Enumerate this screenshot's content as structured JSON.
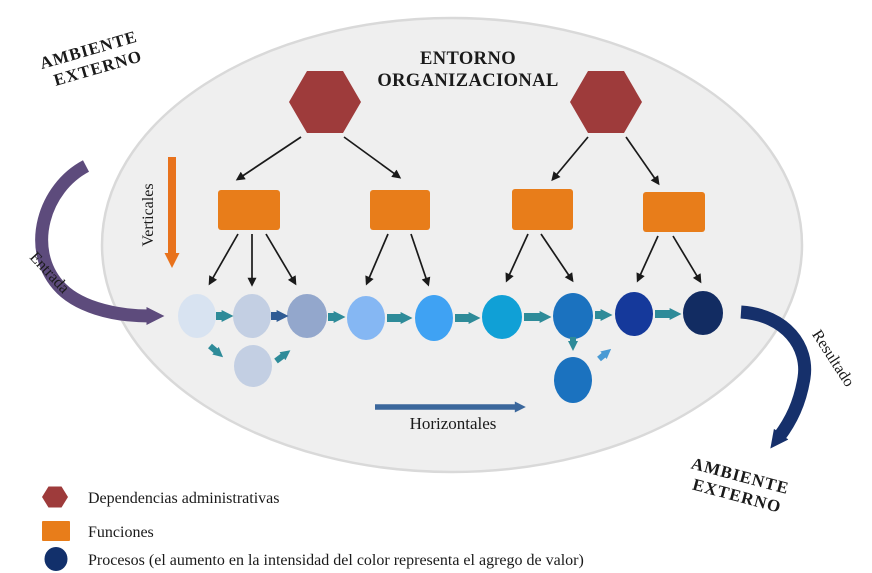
{
  "title": {
    "line1": "ENTORNO",
    "line2": "ORGANIZACIONAL"
  },
  "ambiente_externo_top": {
    "line1": "AMBIENTE",
    "line2": "EXTERNO"
  },
  "ambiente_externo_bottom": {
    "line1": "AMBIENTE",
    "line2": "EXTERNO"
  },
  "labels": {
    "verticales": "Verticales",
    "horizontales": "Horizontales",
    "entrada": "Entrada",
    "resultado": "Resultado"
  },
  "colors": {
    "dependencia": "#9E3B3B",
    "funcion": "#E87D1A",
    "vertical_arrow": "#E8721C",
    "horizontal_arrow": "#3B679C",
    "teal_arrow": "#2E8B99",
    "steel_arrow": "#2F5B94",
    "light_blue_arrow": "#4A9AD4",
    "entrada_arrow": "#5D4B7C",
    "resultado_arrow": "#16306B",
    "ellipse_fill": "#EFEFEF",
    "ellipse_stroke": "#D9D9D9",
    "title_text": "#203155",
    "black_arrow": "#1A1A1A"
  },
  "process_chain": {
    "colors": [
      "#D8E3F1",
      "#C3CFE3",
      "#93A7CC",
      "#85B7F3",
      "#3FA2F3",
      "#10A0D6",
      "#1B72BF",
      "#15399B",
      "#122C62"
    ],
    "sub_process_colors": [
      "#C3CFE3",
      "#1B72BF"
    ]
  },
  "legend": {
    "items": [
      {
        "icon": "hexagon",
        "color": "#9E3B3B",
        "label": "Dependencias administrativas"
      },
      {
        "icon": "square",
        "color": "#E87D1A",
        "label": "Funciones"
      },
      {
        "icon": "circle",
        "color": "#12306B",
        "label": "Procesos (el aumento en la intensidad del color representa el agrego de valor)"
      }
    ]
  }
}
